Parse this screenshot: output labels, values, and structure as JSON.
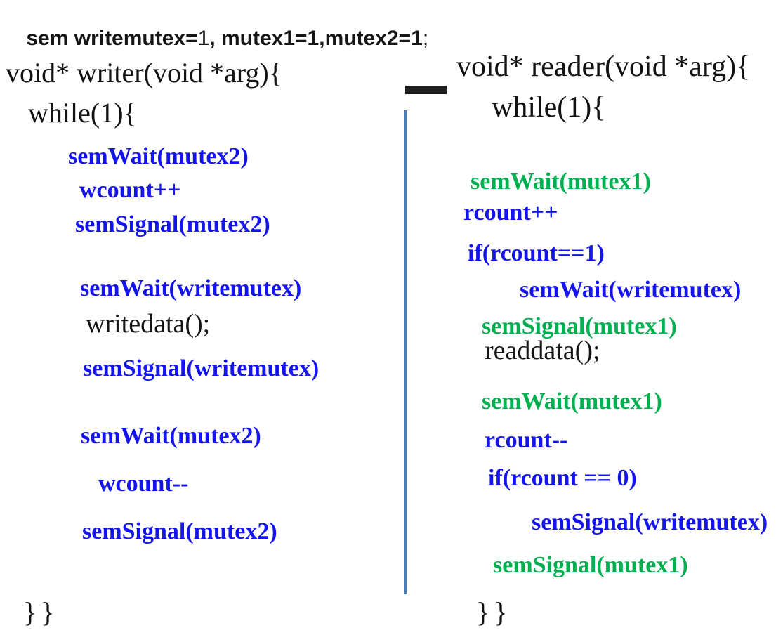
{
  "colors": {
    "blue": "#1414f0",
    "green": "#00b050",
    "black": "#141414",
    "divider": "#4a7ebb",
    "dash": "#1f1f1f"
  },
  "title": {
    "segments": [
      {
        "text": "sem writemutex="
      },
      {
        "text": "1"
      },
      {
        "text": ", mutex1=1,mutex2=1"
      },
      {
        "text": ";"
      }
    ]
  },
  "writer": {
    "header": "void* writer(void *arg){",
    "while_line": "while(1){",
    "lines": [
      {
        "text": "semWait(mutex2)",
        "color": "blue"
      },
      {
        "text": "wcount++",
        "color": "blue"
      },
      {
        "text": "semSignal(mutex2)",
        "color": "blue"
      },
      {
        "text": "semWait(writemutex)",
        "color": "blue"
      },
      {
        "text": "writedata();",
        "color": "black"
      },
      {
        "text": "semSignal(writemutex)",
        "color": "blue"
      },
      {
        "text": "semWait(mutex2)",
        "color": "blue"
      },
      {
        "text": "wcount--",
        "color": "blue"
      },
      {
        "text": "semSignal(mutex2)",
        "color": "blue"
      }
    ],
    "closing": "}}"
  },
  "reader": {
    "header": "void* reader(void *arg){",
    "while_line": "while(1){",
    "lines": [
      {
        "text": "semWait(mutex1)",
        "color": "green"
      },
      {
        "text": "rcount++",
        "color": "blue"
      },
      {
        "text": "if(rcount==1)",
        "color": "blue"
      },
      {
        "text": "semWait(writemutex)",
        "color": "blue"
      },
      {
        "text": "semSignal(mutex1)",
        "color": "green"
      },
      {
        "text": "readdata();",
        "color": "black"
      },
      {
        "text": "semWait(mutex1)",
        "color": "green"
      },
      {
        "text": "rcount--",
        "color": "blue"
      },
      {
        "text": "if(rcount == 0)",
        "color": "blue"
      },
      {
        "text": "semSignal(writemutex)",
        "color": "blue"
      },
      {
        "text": "semSignal(mutex1)",
        "color": "green"
      }
    ],
    "closing": "}}"
  }
}
